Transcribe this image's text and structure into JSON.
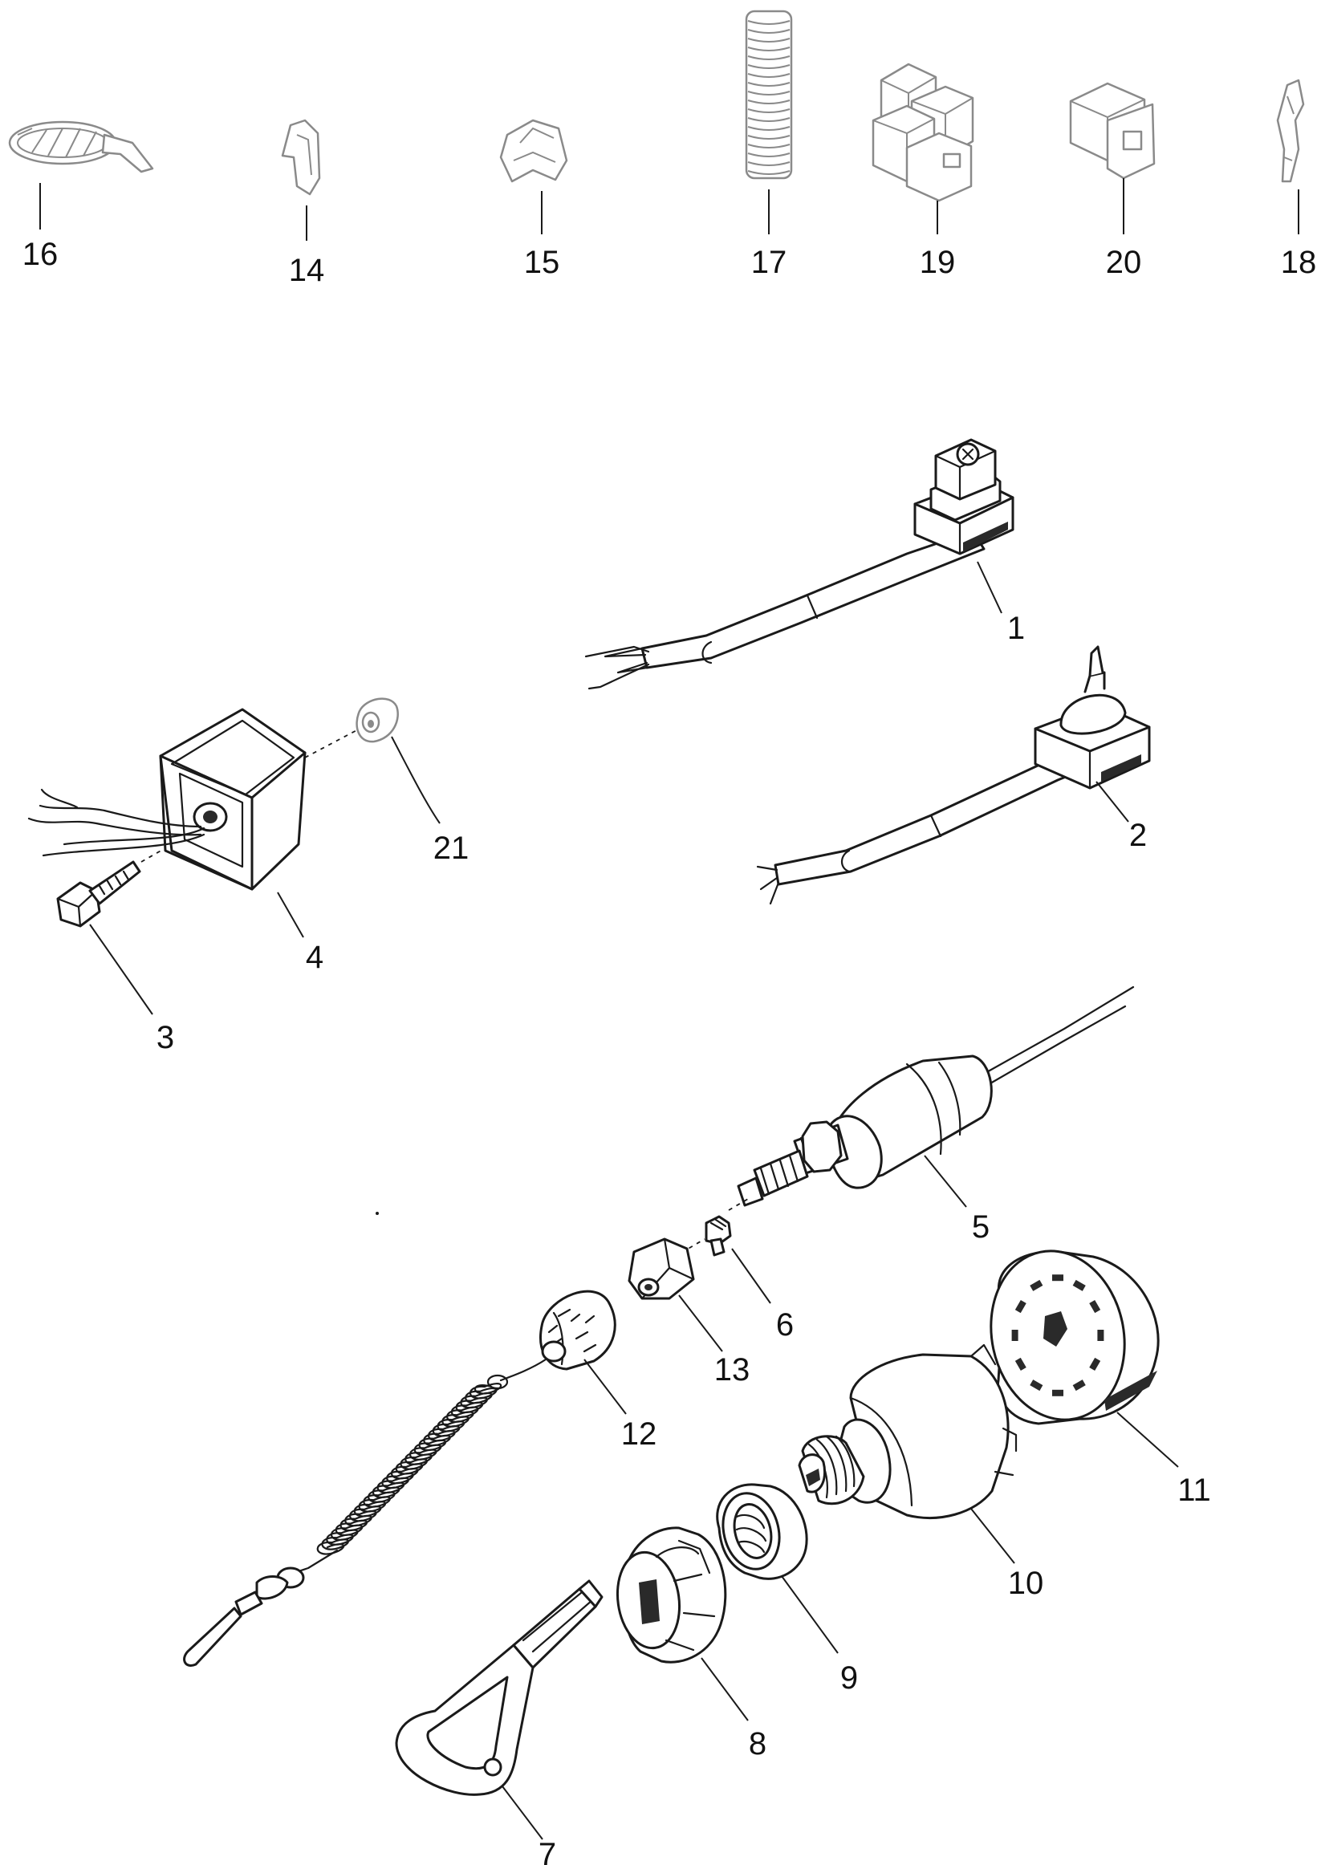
{
  "callouts": {
    "c1": "1",
    "c2": "2",
    "c3": "3",
    "c4": "4",
    "c5": "5",
    "c6": "6",
    "c7": "7",
    "c8": "8",
    "c9": "9",
    "c10": "10",
    "c11": "11",
    "c12": "12",
    "c13": "13",
    "c14": "14",
    "c15": "15",
    "c16": "16",
    "c17": "17",
    "c18": "18",
    "c19": "19",
    "c20": "20",
    "c21": "21"
  },
  "colors": {
    "line": "#1a1a1a",
    "optional_part": "#8a8a8a",
    "background": "#ffffff"
  }
}
